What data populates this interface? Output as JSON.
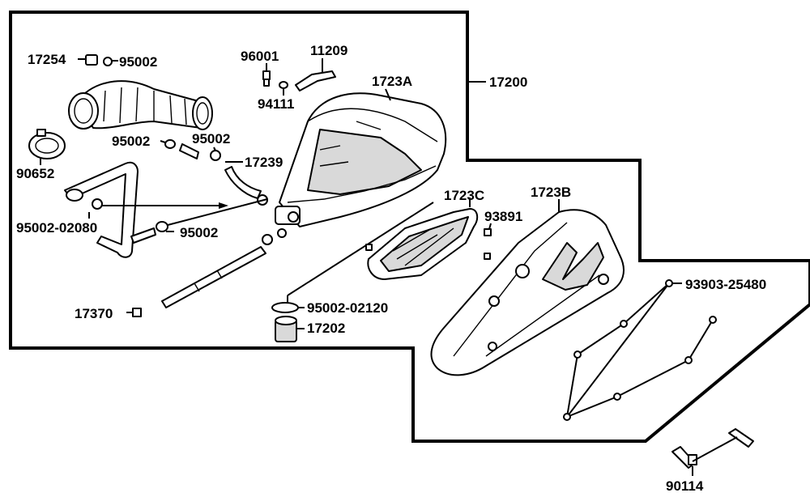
{
  "diagram": {
    "labels": {
      "p17200": "17200",
      "p17254": "17254",
      "p95002_a": "95002",
      "p96001": "96001",
      "p11209": "11209",
      "p94111": "94111",
      "p1723A": "1723A",
      "p95002_b": "95002",
      "p95002_c": "95002",
      "p17239": "17239",
      "p90652": "90652",
      "p95002_02080": "95002-02080",
      "p95002_d": "95002",
      "p17370": "17370",
      "p95002_02120": "95002-02120",
      "p17202": "17202",
      "p1723C": "1723C",
      "p1723B": "1723B",
      "p93891": "93891",
      "p93903_25480": "93903-25480",
      "p90114": "90114"
    }
  }
}
